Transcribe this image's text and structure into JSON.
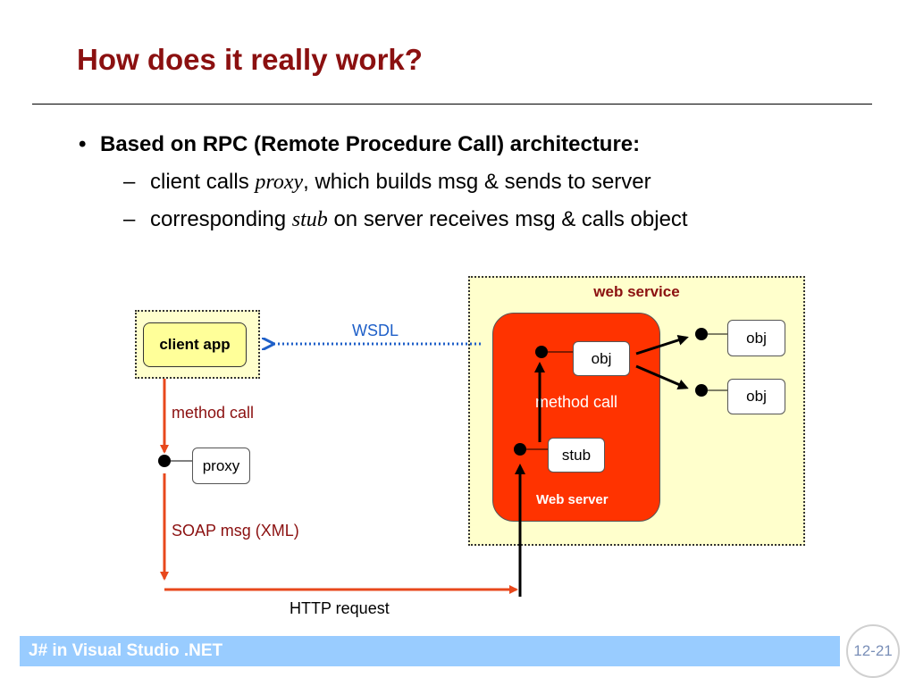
{
  "slide": {
    "title": "How does it really work?",
    "bullet": "Based on RPC (Remote Procedure Call) architecture:",
    "sub1": {
      "dash": "–",
      "before": "client calls ",
      "em": "proxy",
      "after": ", which builds msg & sends to server"
    },
    "sub2": {
      "dash": "–",
      "before": "corresponding ",
      "em": "stub",
      "after": " on server receives msg & calls object"
    },
    "bullet_mark": "•"
  },
  "diagram": {
    "web_service_label": "web service",
    "web_server_label": "Web server",
    "client_app": "client app",
    "proxy": "proxy",
    "stub": "stub",
    "obj_inner": "obj",
    "obj_right_1": "obj",
    "obj_right_2": "obj",
    "method_call_left": "method call",
    "method_call_inner": "method call",
    "soap": "SOAP msg (XML)",
    "http": "HTTP request",
    "wsdl": "WSDL",
    "colors": {
      "title": "#8b1010",
      "arrow_orange": "#e8481c",
      "wsdl_blue": "#1e5fc8",
      "web_server_fill": "#ff3300",
      "web_service_fill": "#ffffcc"
    }
  },
  "footer": {
    "text": "J# in Visual Studio .NET",
    "page": "12-21"
  }
}
